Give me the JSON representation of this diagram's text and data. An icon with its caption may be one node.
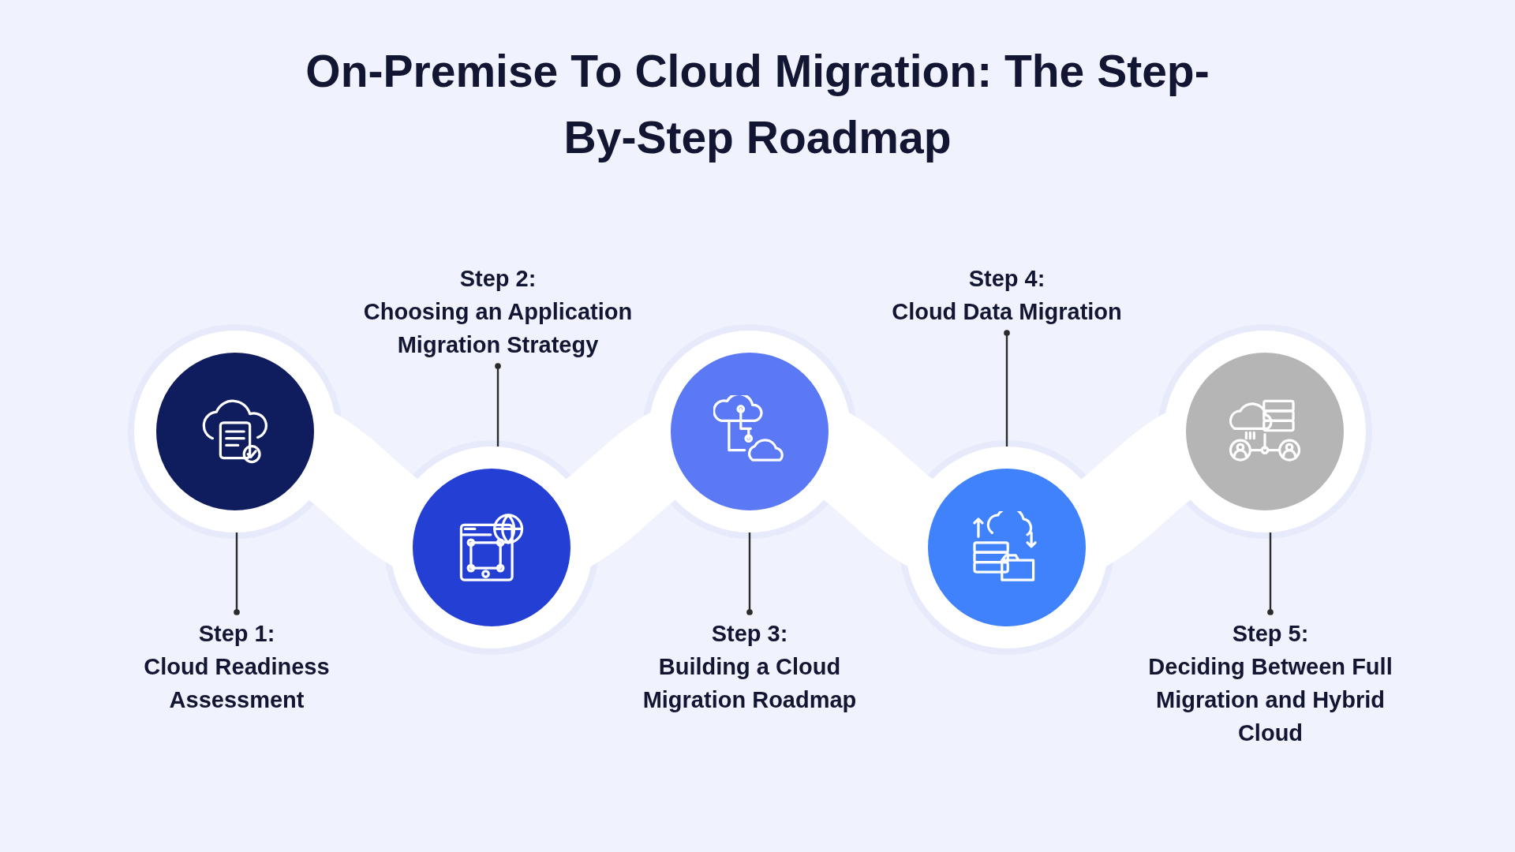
{
  "diagram": {
    "title": "On-Premise To Cloud Migration: The Step-By-Step Roadmap",
    "nodes": [
      {
        "text": [],
        "shape": "circle"
      },
      {
        "text": [
          "Step 1:",
          "Cloud Readiness Assessment"
        ]
      },
      {
        "text": [],
        "shape": "circle"
      },
      {
        "text": [
          "Step 2:",
          "Choosing an Application Migration Strategy"
        ]
      },
      {
        "text": [],
        "shape": "circle"
      },
      {
        "text": [
          "Step 3:",
          "Building a Cloud Migration Roadmap"
        ]
      },
      {
        "text": [],
        "shape": "circle"
      },
      {
        "text": [
          "Step 4:",
          "Cloud Data Migration"
        ]
      },
      {
        "text": [],
        "shape": "circle"
      },
      {
        "text": [
          "Step 5:",
          "Deciding Between Full Migration and Hybrid Cloud"
        ]
      }
    ],
    "edges": [
      {
        "from": 1,
        "to": 0,
        "arrow": "other"
      },
      {
        "from": 3,
        "to": 2,
        "arrow": "other"
      },
      {
        "from": 5,
        "to": 4,
        "arrow": "other"
      },
      {
        "from": 7,
        "to": 6,
        "arrow": "other"
      },
      {
        "from": 9,
        "to": 8,
        "arrow": "other"
      }
    ]
  }
}
